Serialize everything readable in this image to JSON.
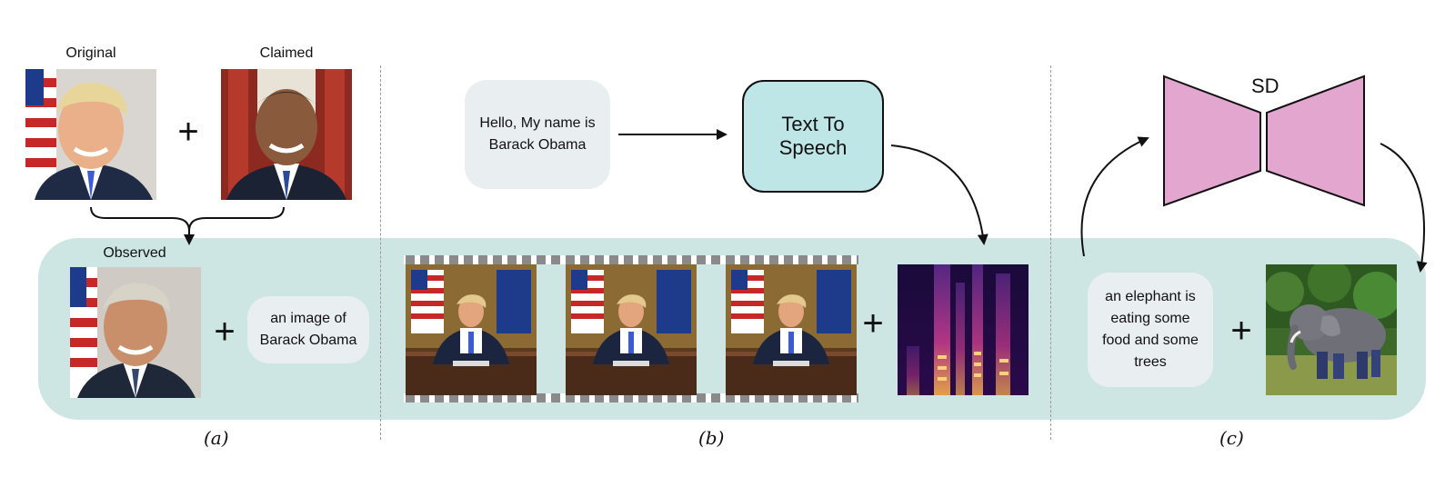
{
  "panel_a": {
    "original_label": "Original",
    "claimed_label": "Claimed",
    "observed_label": "Observed",
    "text_prompt": "an image of Barack Obama",
    "plus": "+",
    "sublabel": "(a)"
  },
  "panel_b": {
    "input_text": "Hello, My name is Barack Obama",
    "tts_label": "Text To Speech",
    "plus": "+",
    "sublabel": "(b)"
  },
  "panel_c": {
    "model_label": "SD",
    "text_prompt": "an elephant is eating some food and some trees",
    "plus": "+",
    "sublabel": "(c)"
  },
  "colors": {
    "band": "#cde6e3",
    "bubble": "#e9eef0",
    "tts_box": "#bfe6e6",
    "sd_shape": "#e3a6cf"
  }
}
